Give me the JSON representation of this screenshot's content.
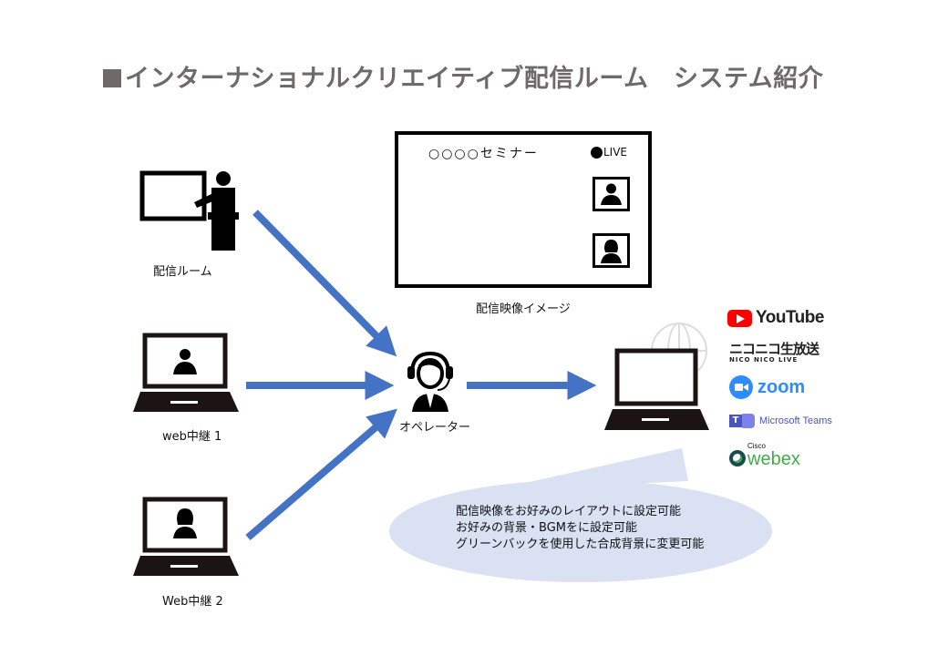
{
  "title": {
    "text": "インターナショナルクリエイティブ配信ルーム　システム紹介",
    "color": "#6e6a6a"
  },
  "arrow_color": "#4472c4",
  "sources": [
    {
      "id": "room",
      "label": "配信ルーム",
      "icon": "presenter-podium-icon"
    },
    {
      "id": "web1",
      "label": "web中継 1",
      "icon": "laptop-man-icon"
    },
    {
      "id": "web2",
      "label": "Web中継 2",
      "icon": "laptop-woman-icon"
    }
  ],
  "operator": {
    "label": "オペレーター",
    "icon": "headset-operator-icon"
  },
  "preview": {
    "caption": "配信映像イメージ",
    "screen_title": "○○○○セミナー",
    "live_label": "LIVE",
    "thumbnails": [
      "man-thumbnail",
      "woman-thumbnail"
    ]
  },
  "output": {
    "icon": "laptop-globe-icon"
  },
  "platforms": [
    {
      "name": "YouTube",
      "color": "#ff0000"
    },
    {
      "name": "ニコニコ生放送",
      "sub": "NICO NICO LIVE",
      "color": "#222222"
    },
    {
      "name": "zoom",
      "color": "#2d8cff"
    },
    {
      "name": "Microsoft Teams",
      "color": "#4b53bc"
    },
    {
      "name": "webex",
      "sub": "Cisco",
      "color": "#3fae49"
    }
  ],
  "bubble": {
    "color": "#d9e1f2",
    "lines": [
      "配信映像をお好みのレイアウトに設定可能",
      "お好みの背景・BGMをに設定可能",
      "グリーンバックを使用した合成背景に変更可能"
    ]
  }
}
